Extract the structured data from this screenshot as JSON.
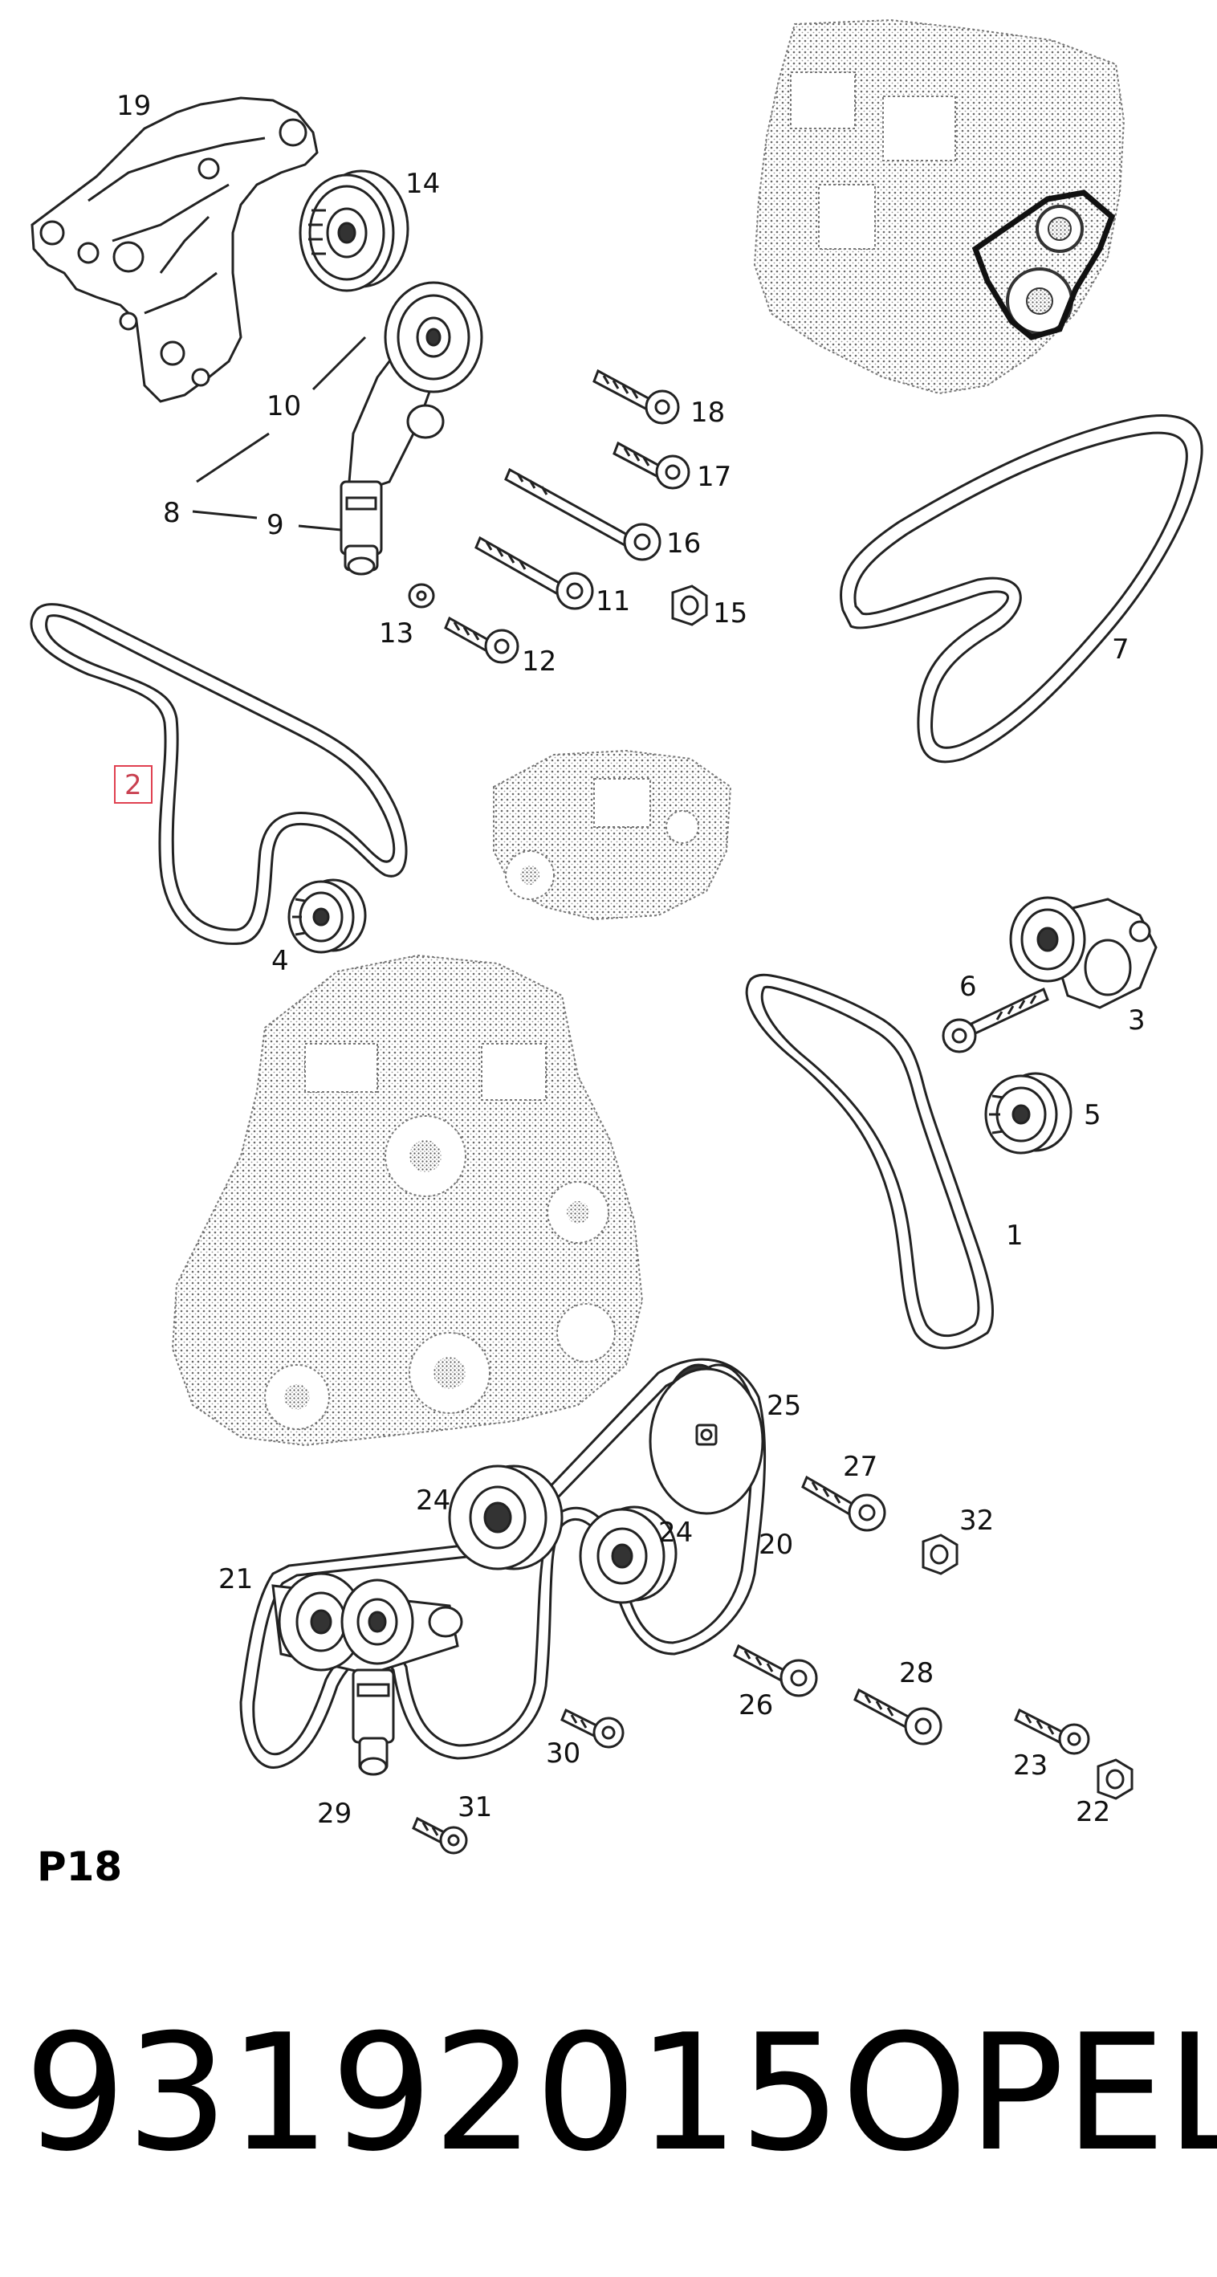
{
  "callouts": {
    "n1": "1",
    "n2": "2",
    "n3": "3",
    "n4": "4",
    "n5": "5",
    "n6": "6",
    "n7": "7",
    "n8": "8",
    "n9": "9",
    "n10": "10",
    "n11": "11",
    "n12": "12",
    "n13": "13",
    "n14": "14",
    "n15": "15",
    "n16": "16",
    "n17": "17",
    "n18": "18",
    "n19": "19",
    "n20": "20",
    "n21": "21",
    "n22": "22",
    "n23": "23",
    "n24a": "24",
    "n24b": "24",
    "n25": "25",
    "n26": "26",
    "n27": "27",
    "n28": "28",
    "n29": "29",
    "n30": "30",
    "n31": "31",
    "n32": "32"
  },
  "highlighted_callout": "2",
  "highlight_color": "#e04050",
  "page_code": "P18",
  "part_number": "93192015",
  "brand": "OPEL"
}
